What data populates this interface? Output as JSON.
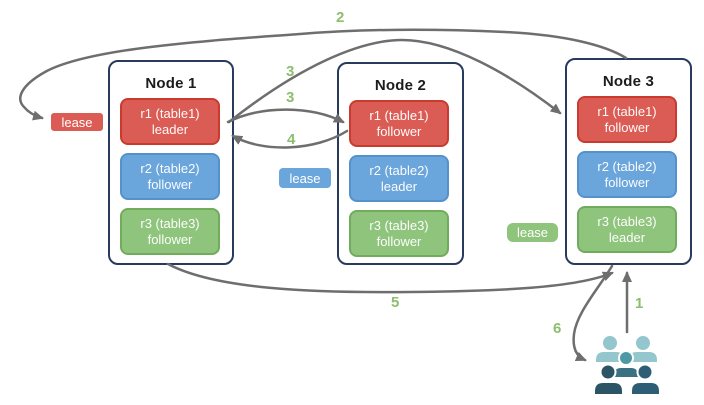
{
  "nodes": [
    {
      "title": "Node 1",
      "replicas": [
        {
          "label": "r1 (table1)",
          "role": "leader",
          "color_name": "red"
        },
        {
          "label": "r2 (table2)",
          "role": "follower",
          "color_name": "blue"
        },
        {
          "label": "r3 (table3)",
          "role": "follower",
          "color_name": "green"
        }
      ]
    },
    {
      "title": "Node 2",
      "replicas": [
        {
          "label": "r1 (table1)",
          "role": "follower",
          "color_name": "red"
        },
        {
          "label": "r2 (table2)",
          "role": "leader",
          "color_name": "blue"
        },
        {
          "label": "r3 (table3)",
          "role": "follower",
          "color_name": "green"
        }
      ]
    },
    {
      "title": "Node 3",
      "replicas": [
        {
          "label": "r1 (table1)",
          "role": "follower",
          "color_name": "red"
        },
        {
          "label": "r2 (table2)",
          "role": "follower",
          "color_name": "blue"
        },
        {
          "label": "r3 (table3)",
          "role": "leader",
          "color_name": "green"
        }
      ]
    }
  ],
  "leases": {
    "red": {
      "label": "lease"
    },
    "blue": {
      "label": "lease"
    },
    "green": {
      "label": "lease"
    }
  },
  "steps": {
    "s1": "1",
    "s2": "2",
    "s3a": "3",
    "s3b": "3",
    "s4": "4",
    "s5": "5",
    "s6": "6"
  },
  "icons": {
    "users_group": "users-icon"
  },
  "colors": {
    "red_fill": "#DB5C54",
    "red_border": "#C93B2F",
    "blue_fill": "#6AA5DC",
    "blue_border": "#5591CB",
    "green_fill": "#8FC47D",
    "green_border": "#71AB5C",
    "node_border": "#283B5E",
    "arrow": "#6E6E6E",
    "step_number": "#8BBE6D",
    "users_light": "#93C6CD",
    "users_mid": "#4E98A5",
    "users_mid_dark": "#3A7183",
    "users_dark": "#2B5565",
    "users_dark2": "#2E5E75"
  }
}
